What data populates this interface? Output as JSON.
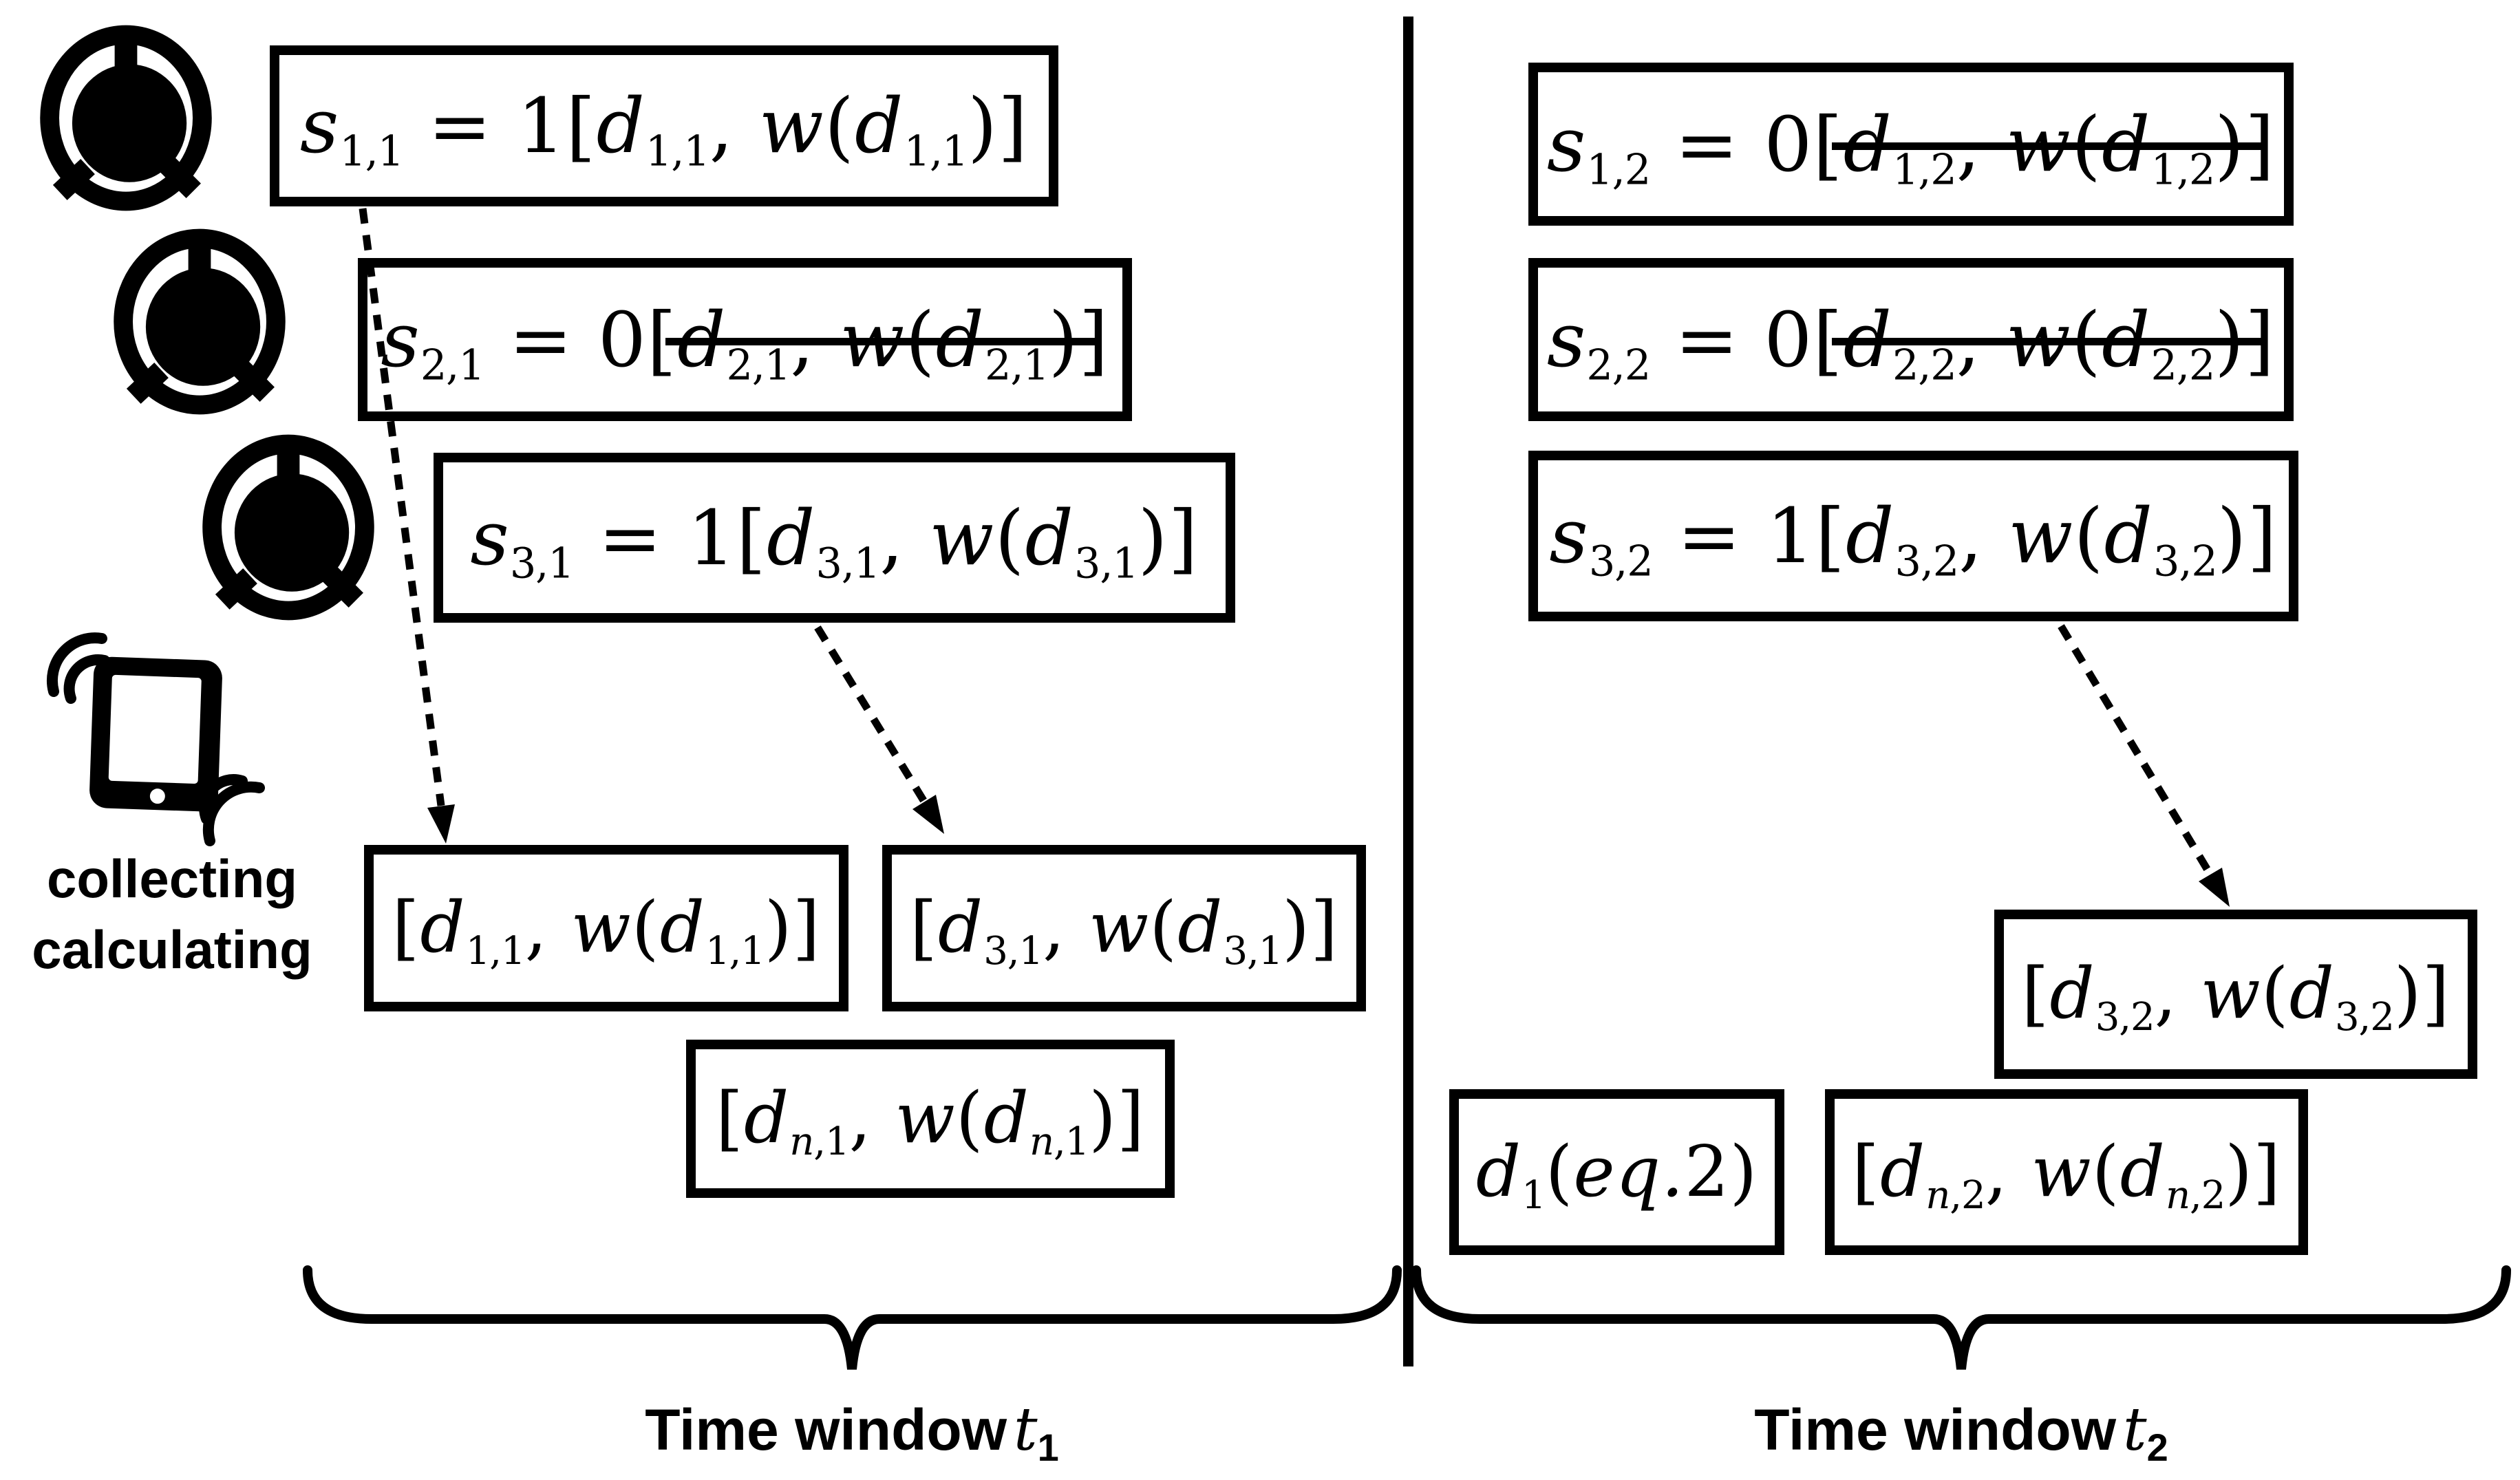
{
  "colors": {
    "ink": "#000000",
    "background": "#ffffff"
  },
  "icons": {
    "sensor": "sensor-knob-icon",
    "device": "smartphone-vibrating-icon"
  },
  "device_caption": {
    "line1": "collecting",
    "line2": "calculating"
  },
  "time_windows": [
    {
      "prefix": "Time window",
      "variable": "t",
      "subscript": "1"
    },
    {
      "prefix": "Time window",
      "variable": "t",
      "subscript": "2"
    }
  ],
  "formulas": {
    "s11": {
      "segments": [
        {
          "strike": false,
          "tokens": [
            {
              "text": "s"
            },
            {
              "text": "1,1",
              "sub": true,
              "up": true
            },
            {
              "text": " = 1[",
              "up": true
            },
            {
              "text": "d"
            },
            {
              "text": "1,1",
              "sub": true,
              "up": true
            },
            {
              "text": ", ",
              "up": true
            },
            {
              "text": "w"
            },
            {
              "text": "(",
              "up": true
            },
            {
              "text": "d"
            },
            {
              "text": "1,1",
              "sub": true,
              "up": true
            },
            {
              "text": ")]",
              "up": true
            }
          ]
        }
      ]
    },
    "s21": {
      "segments": [
        {
          "strike": false,
          "tokens": [
            {
              "text": "s"
            },
            {
              "text": "2,1",
              "sub": true,
              "up": true
            },
            {
              "text": " = 0[",
              "up": true
            }
          ]
        },
        {
          "strike": true,
          "tokens": [
            {
              "text": "d"
            },
            {
              "text": "2,1",
              "sub": true,
              "up": true
            },
            {
              "text": ", ",
              "up": true
            },
            {
              "text": "w"
            },
            {
              "text": "(",
              "up": true
            },
            {
              "text": "d"
            },
            {
              "text": "2,1",
              "sub": true,
              "up": true
            },
            {
              "text": ")",
              "up": true
            }
          ]
        },
        {
          "strike": false,
          "tokens": [
            {
              "text": "]",
              "up": true
            }
          ]
        }
      ]
    },
    "s31": {
      "segments": [
        {
          "strike": false,
          "tokens": [
            {
              "text": "s"
            },
            {
              "text": "3,1",
              "sub": true,
              "up": true
            },
            {
              "text": " = 1[",
              "up": true
            },
            {
              "text": "d"
            },
            {
              "text": "3,1",
              "sub": true,
              "up": true
            },
            {
              "text": ", ",
              "up": true
            },
            {
              "text": "w"
            },
            {
              "text": "(",
              "up": true
            },
            {
              "text": "d"
            },
            {
              "text": "3,1",
              "sub": true,
              "up": true
            },
            {
              "text": ")]",
              "up": true
            }
          ]
        }
      ]
    },
    "s12": {
      "segments": [
        {
          "strike": false,
          "tokens": [
            {
              "text": "s"
            },
            {
              "text": "1,2",
              "sub": true,
              "up": true
            },
            {
              "text": " = 0[",
              "up": true
            }
          ]
        },
        {
          "strike": true,
          "tokens": [
            {
              "text": "d"
            },
            {
              "text": "1,2",
              "sub": true,
              "up": true
            },
            {
              "text": ", ",
              "up": true
            },
            {
              "text": "w"
            },
            {
              "text": "(",
              "up": true
            },
            {
              "text": "d"
            },
            {
              "text": "1,2",
              "sub": true,
              "up": true
            },
            {
              "text": ")",
              "up": true
            }
          ]
        },
        {
          "strike": false,
          "tokens": [
            {
              "text": "]",
              "up": true
            }
          ]
        }
      ]
    },
    "s22": {
      "segments": [
        {
          "strike": false,
          "tokens": [
            {
              "text": "s"
            },
            {
              "text": "2,2",
              "sub": true,
              "up": true
            },
            {
              "text": " = 0[",
              "up": true
            }
          ]
        },
        {
          "strike": true,
          "tokens": [
            {
              "text": "d"
            },
            {
              "text": "2,2",
              "sub": true,
              "up": true
            },
            {
              "text": ", ",
              "up": true
            },
            {
              "text": "w"
            },
            {
              "text": "(",
              "up": true
            },
            {
              "text": "d"
            },
            {
              "text": "2,2",
              "sub": true,
              "up": true
            },
            {
              "text": ")",
              "up": true
            }
          ]
        },
        {
          "strike": false,
          "tokens": [
            {
              "text": "]",
              "up": true
            }
          ]
        }
      ]
    },
    "s32": {
      "segments": [
        {
          "strike": false,
          "tokens": [
            {
              "text": "s"
            },
            {
              "text": "3,2",
              "sub": true,
              "up": true
            },
            {
              "text": " = 1[",
              "up": true
            },
            {
              "text": "d"
            },
            {
              "text": "3,2",
              "sub": true,
              "up": true
            },
            {
              "text": ", ",
              "up": true
            },
            {
              "text": "w"
            },
            {
              "text": "(",
              "up": true
            },
            {
              "text": "d"
            },
            {
              "text": "3,2",
              "sub": true,
              "up": true
            },
            {
              "text": ")]",
              "up": true
            }
          ]
        }
      ]
    },
    "b11": {
      "segments": [
        {
          "strike": false,
          "tokens": [
            {
              "text": "[",
              "up": true
            },
            {
              "text": "d"
            },
            {
              "text": "1,1",
              "sub": true,
              "up": true
            },
            {
              "text": ", ",
              "up": true
            },
            {
              "text": "w"
            },
            {
              "text": "(",
              "up": true
            },
            {
              "text": "d"
            },
            {
              "text": "1,1",
              "sub": true,
              "up": true
            },
            {
              "text": ")]",
              "up": true
            }
          ]
        }
      ]
    },
    "b31": {
      "segments": [
        {
          "strike": false,
          "tokens": [
            {
              "text": "[",
              "up": true
            },
            {
              "text": "d"
            },
            {
              "text": "3,1",
              "sub": true,
              "up": true
            },
            {
              "text": ", ",
              "up": true
            },
            {
              "text": "w"
            },
            {
              "text": "(",
              "up": true
            },
            {
              "text": "d"
            },
            {
              "text": "3,1",
              "sub": true,
              "up": true
            },
            {
              "text": ")]",
              "up": true
            }
          ]
        }
      ]
    },
    "bn1": {
      "segments": [
        {
          "strike": false,
          "tokens": [
            {
              "text": "[",
              "up": true
            },
            {
              "text": "d"
            },
            {
              "text": "n",
              "sub": true
            },
            {
              "text": ",1",
              "sub": true,
              "up": true
            },
            {
              "text": ", ",
              "up": true
            },
            {
              "text": "w"
            },
            {
              "text": "(",
              "up": true
            },
            {
              "text": "d"
            },
            {
              "text": "n",
              "sub": true
            },
            {
              "text": ",1",
              "sub": true,
              "up": true
            },
            {
              "text": ")]",
              "up": true
            }
          ]
        }
      ]
    },
    "b32": {
      "segments": [
        {
          "strike": false,
          "tokens": [
            {
              "text": "[",
              "up": true
            },
            {
              "text": "d"
            },
            {
              "text": "3,2",
              "sub": true,
              "up": true
            },
            {
              "text": ", ",
              "up": true
            },
            {
              "text": "w"
            },
            {
              "text": "(",
              "up": true
            },
            {
              "text": "d"
            },
            {
              "text": "3,2",
              "sub": true,
              "up": true
            },
            {
              "text": ")]",
              "up": true
            }
          ]
        }
      ]
    },
    "d1eq": {
      "segments": [
        {
          "strike": false,
          "tokens": [
            {
              "text": "d"
            },
            {
              "text": "1",
              "sub": true,
              "up": true
            },
            {
              "text": "(",
              "up": true
            },
            {
              "text": "eq."
            },
            {
              "text": "2",
              "up": true
            },
            {
              "text": ")",
              "up": true
            }
          ]
        }
      ]
    },
    "bn2": {
      "segments": [
        {
          "strike": false,
          "tokens": [
            {
              "text": "[",
              "up": true
            },
            {
              "text": "d"
            },
            {
              "text": "n",
              "sub": true
            },
            {
              "text": ",2",
              "sub": true,
              "up": true
            },
            {
              "text": ", ",
              "up": true
            },
            {
              "text": "w"
            },
            {
              "text": "(",
              "up": true
            },
            {
              "text": "d"
            },
            {
              "text": "n",
              "sub": true
            },
            {
              "text": ",2",
              "sub": true,
              "up": true
            },
            {
              "text": ")]",
              "up": true
            }
          ]
        }
      ]
    }
  }
}
